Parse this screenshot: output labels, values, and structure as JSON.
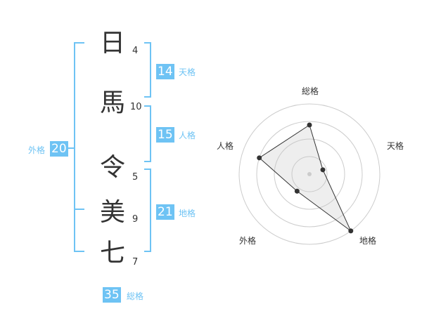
{
  "name_chars": [
    {
      "char": "日",
      "strokes": "4"
    },
    {
      "char": "馬",
      "strokes": "10"
    },
    {
      "char": "令",
      "strokes": "5"
    },
    {
      "char": "美",
      "strokes": "9"
    },
    {
      "char": "七",
      "strokes": "7"
    }
  ],
  "grades": {
    "tenkaku": {
      "label": "天格",
      "value": "14"
    },
    "jinkaku": {
      "label": "人格",
      "value": "15"
    },
    "chikaku": {
      "label": "地格",
      "value": "21"
    },
    "gaikaku": {
      "label": "外格",
      "value": "20"
    },
    "soukaku": {
      "label": "総格",
      "value": "35"
    }
  },
  "colors": {
    "accent": "#6ec3f4",
    "text": "#333333",
    "grid": "#cccccc"
  },
  "chart_data": {
    "type": "radar",
    "axes": [
      "総格",
      "天格",
      "地格",
      "外格",
      "人格"
    ],
    "values": [
      0.7,
      0.2,
      1.0,
      0.3,
      0.75
    ],
    "range": [
      0,
      1
    ],
    "rings": 4
  }
}
